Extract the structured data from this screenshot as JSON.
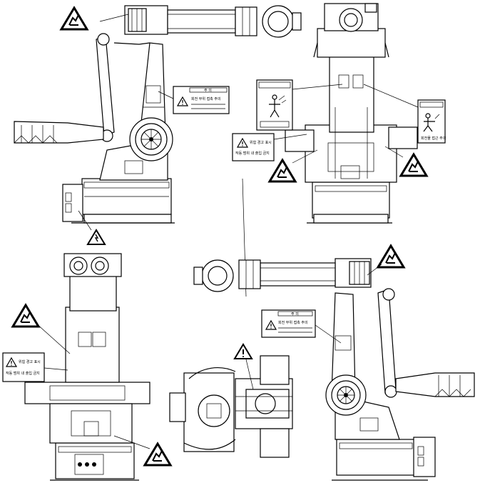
{
  "labels": {
    "view_tr_warn_title": "위험 경고 표시",
    "view_tr_warn_text": "작동 범위 내 출입 금지",
    "view_tr_caution_text": "회전물 접근 주의",
    "view_bl_warn_title": "위험 경고 표시",
    "view_bl_warn_text": "작동 범위 내 출입 금지",
    "view_tl_caution_title": "주 의",
    "view_tl_caution_text": "회전 부위 접촉 주의",
    "view_br_caution_title": "주 의",
    "view_br_caution_text": "회전 부위 접촉 주의"
  },
  "icons": [
    "hand-crush-warning-icon",
    "electric-shock-warning-icon",
    "caution-triangle-icon",
    "person-hazard-icon"
  ]
}
